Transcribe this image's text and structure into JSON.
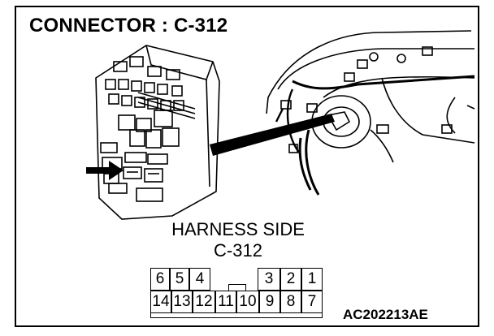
{
  "diagram": {
    "title": "CONNECTOR : C-312",
    "harness_side_label": "HARNESS SIDE",
    "connector_id": "C-312",
    "reference_code": "AC202213AE",
    "connector_pins": {
      "top_row": [
        "6",
        "5",
        "4",
        "3",
        "2",
        "1"
      ],
      "bottom_row": [
        "14",
        "13",
        "12",
        "11",
        "10",
        "9",
        "8",
        "7"
      ]
    }
  }
}
